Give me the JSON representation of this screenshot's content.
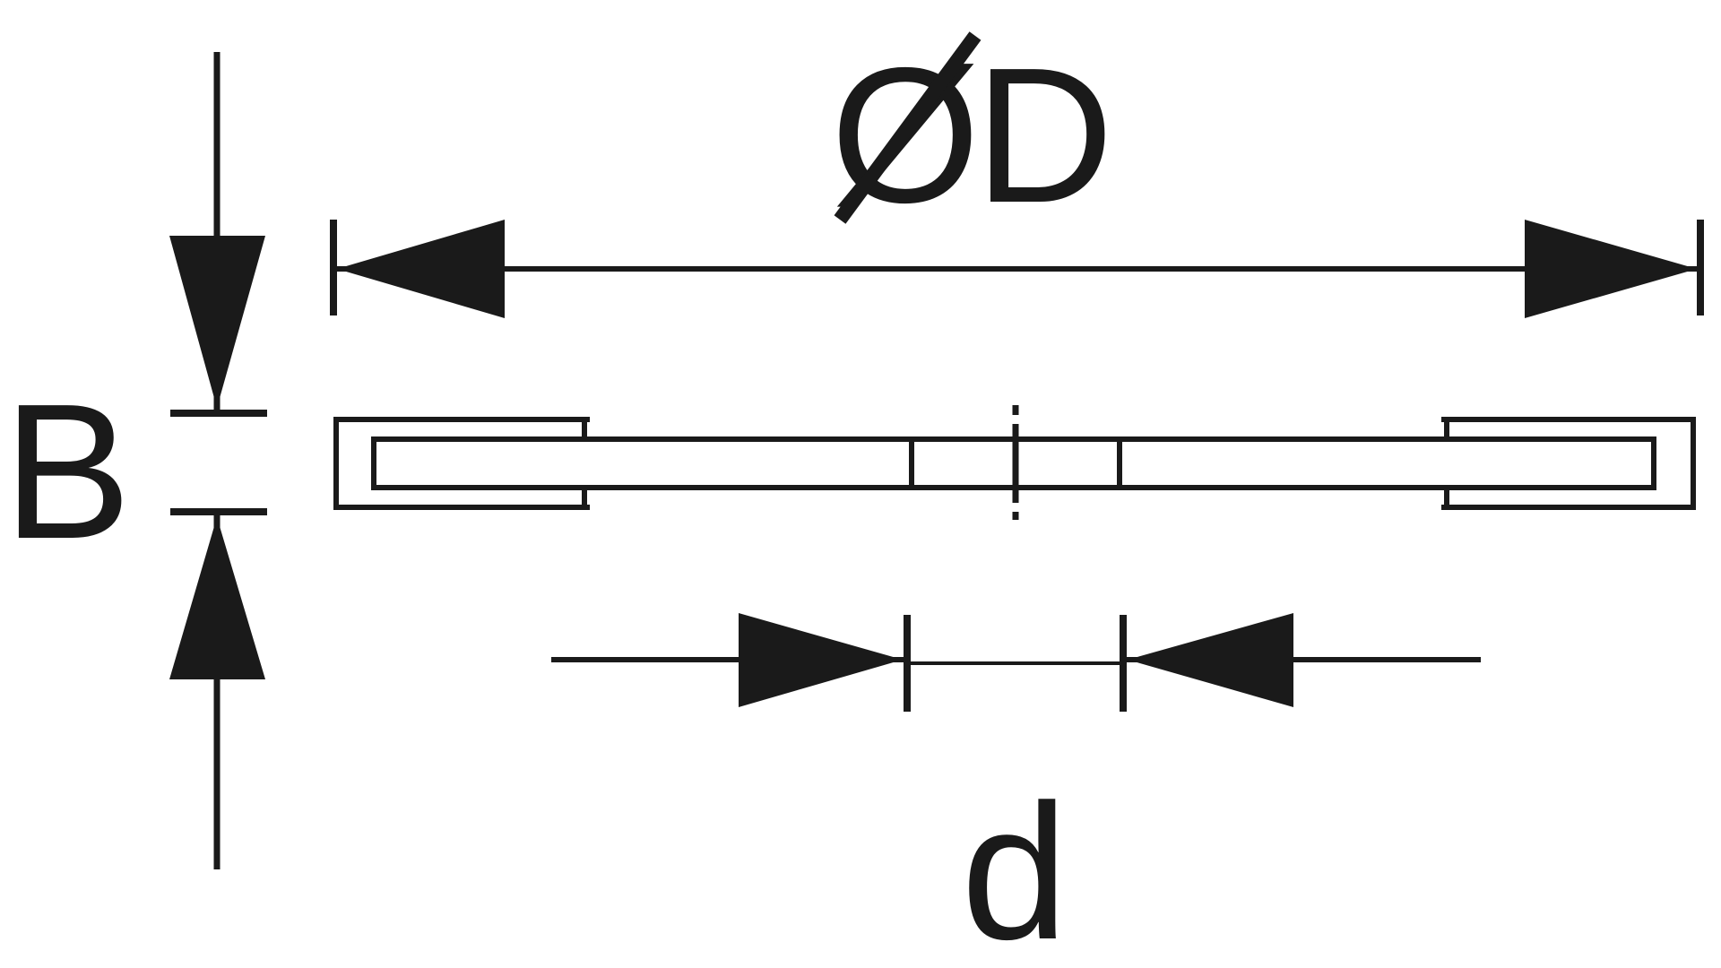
{
  "labels": {
    "diameter_symbol": "Ø",
    "outer_diameter": "D",
    "width": "B",
    "inner_diameter": "d"
  },
  "colors": {
    "line": "#1a1a1a",
    "background": "#ffffff"
  }
}
